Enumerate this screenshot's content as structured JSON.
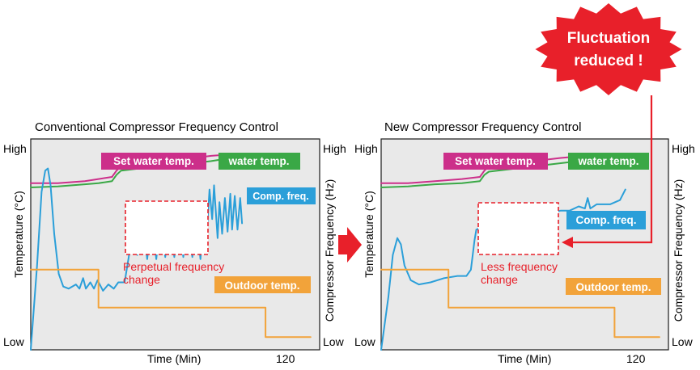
{
  "banner": {
    "line1": "Fluctuation",
    "line2": "reduced !"
  },
  "arrow_color": "#e8202a",
  "chart_data": [
    {
      "type": "line",
      "title": "Conventional Compressor Frequency Control",
      "xlabel": "Time (Min)",
      "x_tick": "120",
      "ylabel_left": "Temperature (°C)",
      "ylabel_right": "Compressor Frequency (Hz)",
      "y_high": "High",
      "y_low": "Low",
      "annotation": [
        "Perpetual frequency",
        "change"
      ],
      "series": [
        {
          "name": "Set water temp.",
          "color": "#cc2f8a",
          "points": [
            [
              0,
              0.79
            ],
            [
              30,
              0.79
            ],
            [
              60,
              0.8
            ],
            [
              75,
              0.81
            ],
            [
              90,
              0.82
            ],
            [
              95,
              0.85
            ],
            [
              100,
              0.87
            ],
            [
              130,
              0.89
            ],
            [
              160,
              0.9
            ],
            [
              200,
              0.92
            ],
            [
              215,
              0.925
            ]
          ]
        },
        {
          "name": "water temp.",
          "color": "#3aa846",
          "points": [
            [
              0,
              0.77
            ],
            [
              30,
              0.775
            ],
            [
              60,
              0.785
            ],
            [
              75,
              0.79
            ],
            [
              90,
              0.8
            ],
            [
              95,
              0.83
            ],
            [
              100,
              0.85
            ],
            [
              130,
              0.865
            ],
            [
              160,
              0.875
            ],
            [
              200,
              0.895
            ],
            [
              215,
              0.905
            ]
          ]
        },
        {
          "name": "Comp. freq.",
          "color": "#2b9fd9",
          "points": [
            [
              0,
              0
            ],
            [
              7,
              0.4
            ],
            [
              12,
              0.75
            ],
            [
              16,
              0.85
            ],
            [
              19,
              0.86
            ],
            [
              22,
              0.78
            ],
            [
              26,
              0.55
            ],
            [
              31,
              0.36
            ],
            [
              36,
              0.3
            ],
            [
              42,
              0.29
            ],
            [
              50,
              0.31
            ],
            [
              54,
              0.29
            ],
            [
              58,
              0.34
            ],
            [
              61,
              0.29
            ],
            [
              66,
              0.32
            ],
            [
              70,
              0.29
            ],
            [
              74,
              0.33
            ],
            [
              80,
              0.28
            ],
            [
              86,
              0.31
            ],
            [
              92,
              0.29
            ],
            [
              97,
              0.32
            ],
            [
              104,
              0.32
            ],
            [
              112,
              0.53
            ],
            [
              115,
              0.6
            ],
            [
              118,
              0.45
            ],
            [
              124,
              0.62
            ],
            [
              129,
              0.43
            ],
            [
              134,
              0.63
            ],
            [
              139,
              0.43
            ],
            [
              144,
              0.63
            ],
            [
              149,
              0.44
            ],
            [
              154,
              0.63
            ],
            [
              159,
              0.44
            ],
            [
              164,
              0.63
            ],
            [
              169,
              0.44
            ],
            [
              174,
              0.63
            ],
            [
              179,
              0.44
            ],
            [
              183,
              0.63
            ],
            [
              188,
              0.43
            ],
            [
              191,
              0.6
            ],
            [
              195,
              0.55
            ],
            [
              198,
              0.76
            ],
            [
              201,
              0.62
            ],
            [
              203,
              0.78
            ],
            [
              207,
              0.53
            ],
            [
              209,
              0.7
            ],
            [
              212,
              0.55
            ],
            [
              215,
              0.72
            ],
            [
              218,
              0.56
            ],
            [
              221,
              0.74
            ],
            [
              223,
              0.57
            ],
            [
              226,
              0.73
            ],
            [
              229,
              0.57
            ],
            [
              232,
              0.72
            ],
            [
              234,
              0.6
            ]
          ]
        },
        {
          "name": "Outdoor temp.",
          "color": "#f2a33a",
          "points": [
            [
              0,
              0.38
            ],
            [
              75,
              0.38
            ],
            [
              75,
              0.2
            ],
            [
              260,
              0.2
            ],
            [
              260,
              0.06
            ],
            [
              310,
              0.06
            ]
          ]
        }
      ]
    },
    {
      "type": "line",
      "title": "New Compressor Frequency Control",
      "xlabel": "Time (Min)",
      "x_tick": "120",
      "ylabel_left": "Temperature (°C)",
      "ylabel_right": "Compressor Frequency (Hz)",
      "y_high": "High",
      "y_low": "Low",
      "annotation": [
        "Less frequency",
        "change"
      ],
      "series": [
        {
          "name": "Set water temp.",
          "color": "#cc2f8a",
          "points": [
            [
              0,
              0.79
            ],
            [
              30,
              0.79
            ],
            [
              60,
              0.8
            ],
            [
              90,
              0.81
            ],
            [
              110,
              0.82
            ],
            [
              115,
              0.85
            ],
            [
              120,
              0.87
            ],
            [
              160,
              0.89
            ],
            [
              200,
              0.91
            ],
            [
              240,
              0.925
            ]
          ]
        },
        {
          "name": "water temp.",
          "color": "#3aa846",
          "points": [
            [
              0,
              0.77
            ],
            [
              30,
              0.775
            ],
            [
              60,
              0.785
            ],
            [
              90,
              0.79
            ],
            [
              110,
              0.8
            ],
            [
              115,
              0.83
            ],
            [
              120,
              0.845
            ],
            [
              160,
              0.865
            ],
            [
              200,
              0.885
            ],
            [
              240,
              0.905
            ]
          ]
        },
        {
          "name": "Comp. freq.",
          "color": "#2b9fd9",
          "points": [
            [
              0,
              0
            ],
            [
              8,
              0.25
            ],
            [
              13,
              0.45
            ],
            [
              18,
              0.53
            ],
            [
              22,
              0.5
            ],
            [
              26,
              0.4
            ],
            [
              33,
              0.33
            ],
            [
              42,
              0.31
            ],
            [
              55,
              0.32
            ],
            [
              70,
              0.34
            ],
            [
              85,
              0.35
            ],
            [
              95,
              0.35
            ],
            [
              100,
              0.38
            ],
            [
              104,
              0.52
            ],
            [
              106,
              0.57
            ],
            [
              112,
              0.58
            ],
            [
              120,
              0.59
            ],
            [
              130,
              0.6
            ],
            [
              140,
              0.61
            ],
            [
              150,
              0.6
            ],
            [
              163,
              0.62
            ],
            [
              165,
              0.59
            ],
            [
              168,
              0.62
            ],
            [
              180,
              0.63
            ],
            [
              190,
              0.65
            ],
            [
              200,
              0.66
            ],
            [
              210,
              0.66
            ],
            [
              220,
              0.68
            ],
            [
              227,
              0.67
            ],
            [
              230,
              0.72
            ],
            [
              233,
              0.67
            ],
            [
              240,
              0.69
            ],
            [
              255,
              0.69
            ],
            [
              266,
              0.71
            ],
            [
              272,
              0.76
            ]
          ]
        },
        {
          "name": "Outdoor temp.",
          "color": "#f2a33a",
          "points": [
            [
              0,
              0.38
            ],
            [
              75,
              0.38
            ],
            [
              75,
              0.2
            ],
            [
              260,
              0.2
            ],
            [
              260,
              0.06
            ],
            [
              310,
              0.06
            ]
          ]
        }
      ]
    }
  ]
}
